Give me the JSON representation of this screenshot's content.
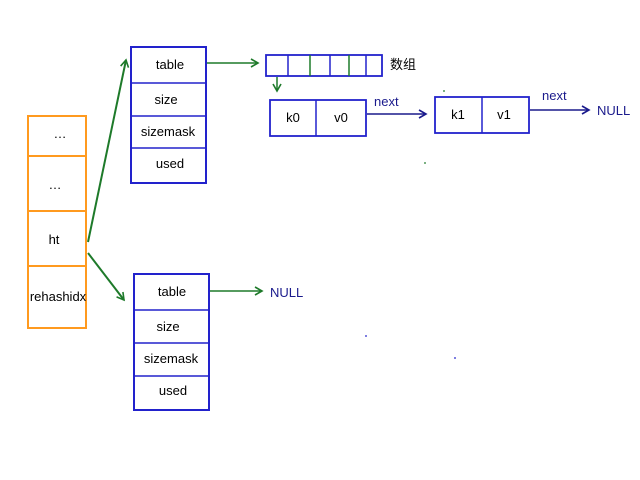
{
  "dict": {
    "fields": [
      "…",
      "…",
      "ht",
      "rehashidx"
    ]
  },
  "ht0": {
    "fields": [
      "table",
      "size",
      "sizemask",
      "used"
    ]
  },
  "ht1": {
    "fields": [
      "table",
      "size",
      "sizemask",
      "used"
    ]
  },
  "array_label": "数组",
  "entry0": {
    "key": "k0",
    "value": "v0"
  },
  "entry1": {
    "key": "k1",
    "value": "v1"
  },
  "next_label_1": "next",
  "next_label_2": "next",
  "null_label_1": "NULL",
  "null_label_2": "NULL",
  "colors": {
    "dict_border": "#ff9a1f",
    "struct_border": "#2222cc",
    "arrow_green": "#1e7a2a",
    "arrow_navy": "#1a1a8c"
  }
}
